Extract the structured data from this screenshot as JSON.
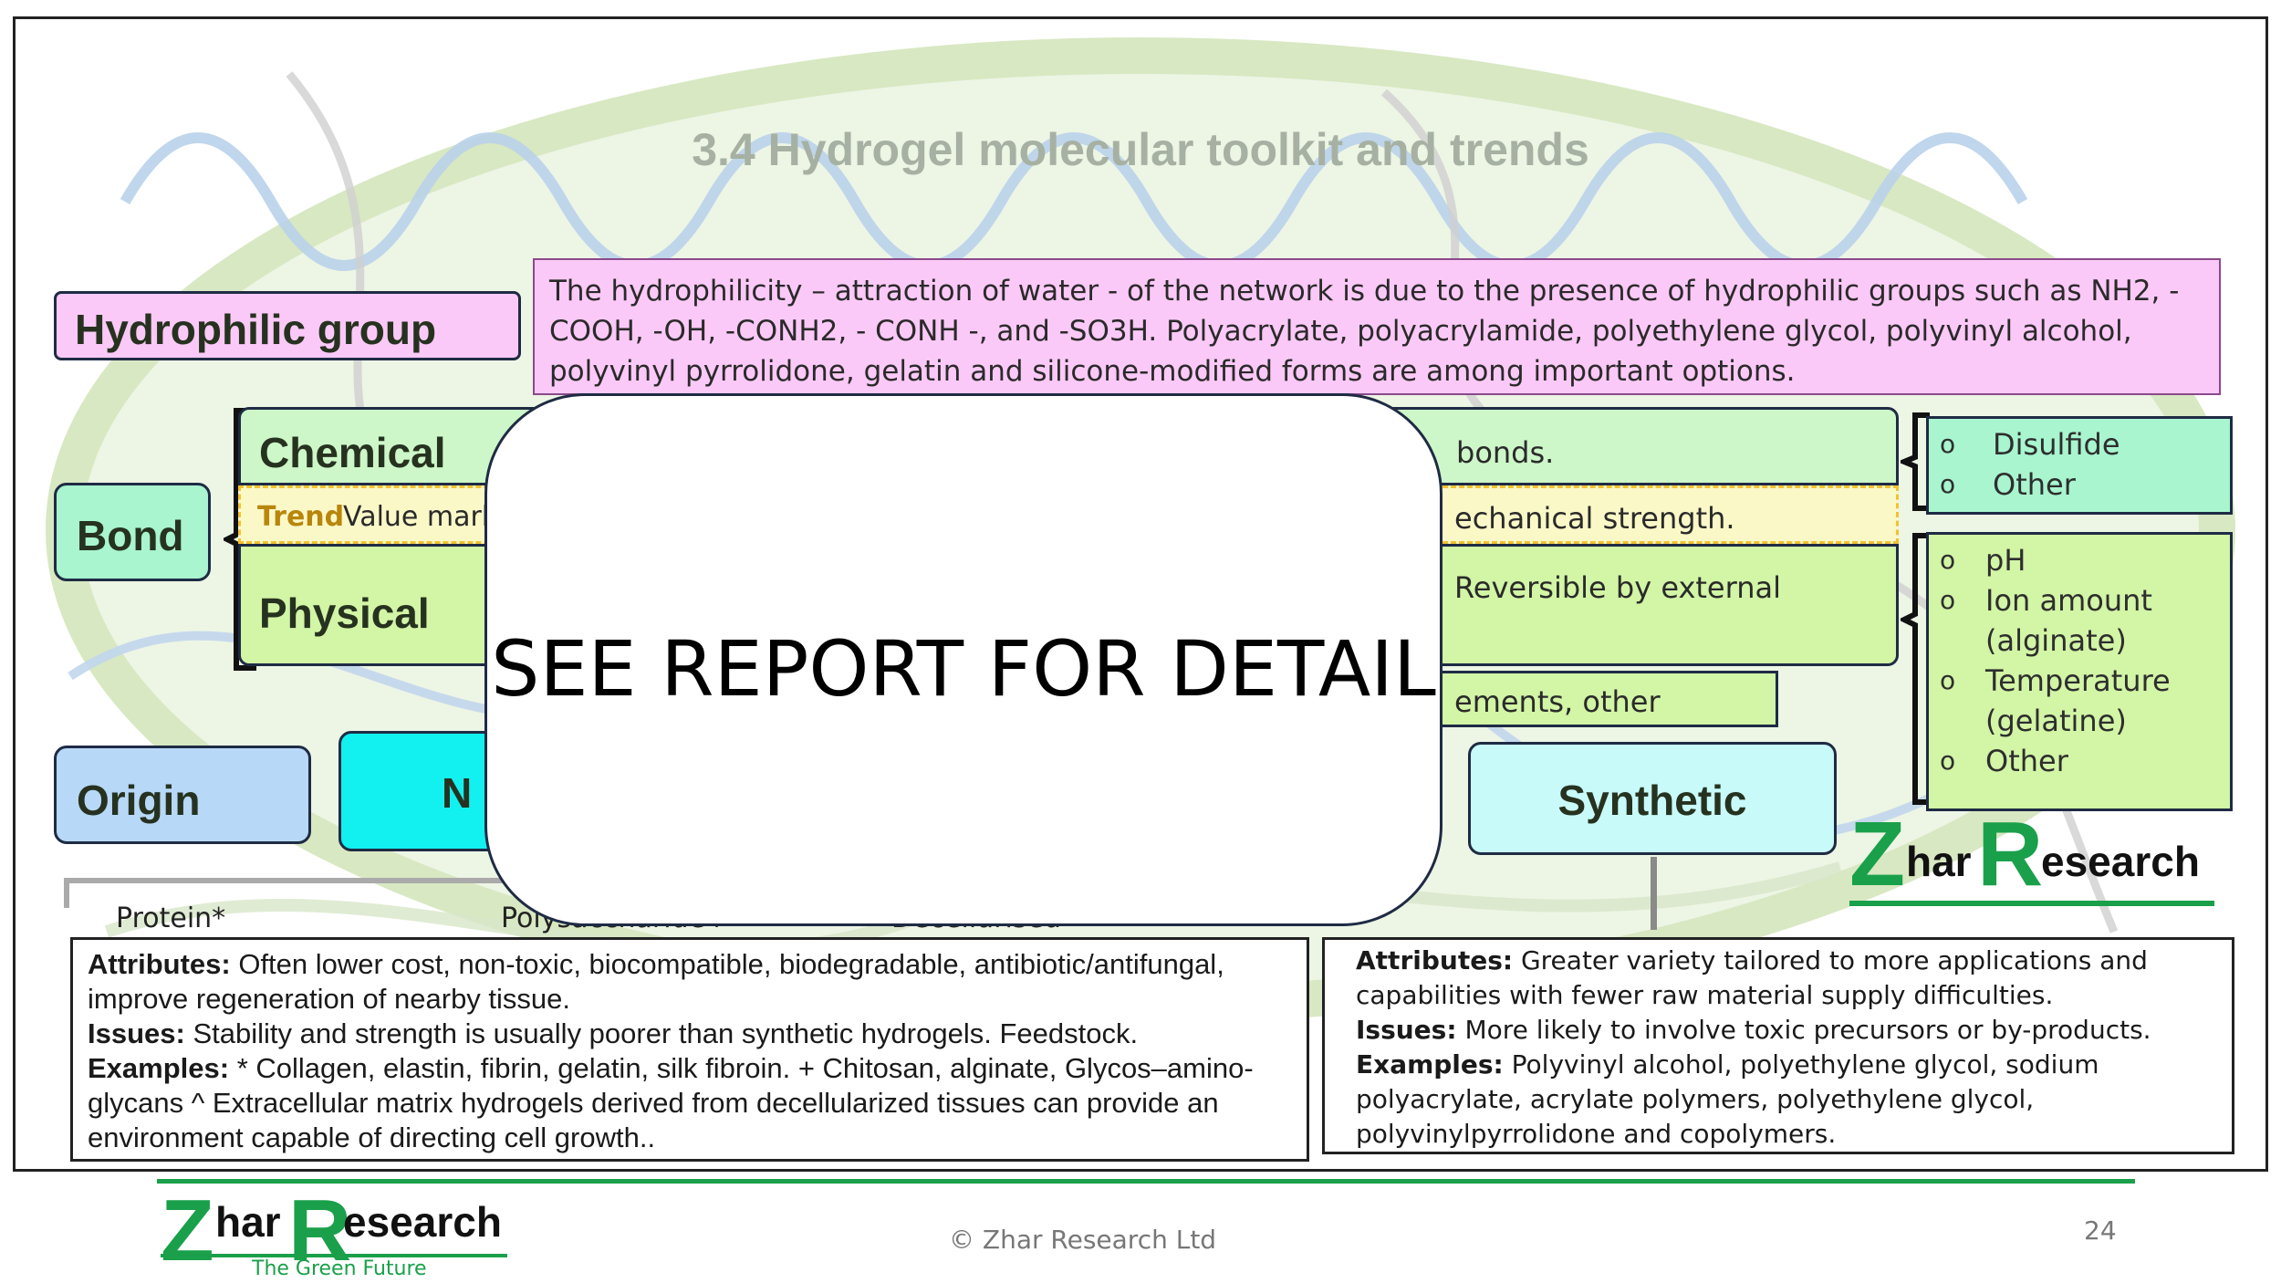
{
  "slide": {
    "title": "3.4 Hydrogel molecular toolkit and trends",
    "overlay_text": "SEE REPORT FOR DETAIL",
    "footer_copyright": "© Zhar Research Ltd",
    "page_number": "24"
  },
  "hydrophilic": {
    "label": "Hydrophilic group",
    "description": "The hydrophilicity – attraction of water - of the network is due to the presence of hydrophilic groups such as NH2, -COOH, -OH, -CONH2, - CONH -, and -SO3H. Polyacrylate, polyacrylamide, polyethylene glycol, polyvinyl alcohol, polyvinyl pyrrolidone, gelatin and silicone-modified forms are among important options."
  },
  "bond": {
    "label": "Bond",
    "chemical_label": "Chemical",
    "chemical_text_fragment": "bonds.",
    "trend_label": "Trend",
    "trend_text_left": "Value mark",
    "trend_text_right": "echanical strength.",
    "physical_label": "Physical",
    "physical_text_fragment": "Reversible by external",
    "elements_text_fragment": "ements, other",
    "chemical_options": [
      "Disulfide",
      "Other"
    ],
    "physical_options": [
      "pH",
      "Ion amount (alginate)",
      "Temperature (gelatine)",
      "Other"
    ]
  },
  "origin": {
    "label": "Origin",
    "natural_label_fragment": "N",
    "synthetic_label": "Synthetic",
    "natural_categories": [
      "Protein*",
      "Polysaccharide+",
      "Decellurised^"
    ]
  },
  "natural_info": {
    "attributes_label": "Attributes:",
    "attributes_text": " Often lower cost, non-toxic, biocompatible, biodegradable, antibiotic/antifungal, improve regeneration of nearby tissue.",
    "issues_label": "Issues:",
    "issues_text": " Stability and strength is usually poorer than synthetic hydrogels. Feedstock.",
    "examples_label": "Examples:",
    "examples_text": " * Collagen, elastin, fibrin, gelatin, silk fibroin. + Chitosan, alginate, Glycos–amino-glycans ^ Extracellular matrix hydrogels derived from decellularized tissues can provide an environment capable of directing cell growth.."
  },
  "synthetic_info": {
    "attributes_label": "Attributes:",
    "attributes_text": " Greater variety tailored to more applications and capabilities with fewer raw material supply difficulties.",
    "issues_label": "Issues:",
    "issues_text": " More likely to involve toxic precursors or by-products.",
    "examples_label": "Examples:",
    "examples_text": " Polyvinyl alcohol, polyethylene glycol, sodium polyacrylate, acrylate polymers, polyethylene glycol, polyvinylpyrrolidone and copolymers."
  },
  "logo": {
    "z": "Z",
    "har": "har",
    "r": "R",
    "esearch": "esearch",
    "tagline": "The Green Future"
  },
  "colors": {
    "hydrophilic_pink": "#fbc9f7",
    "bond_mint": "#a8f5cf",
    "chemical_green": "#cdf7c8",
    "physical_green": "#d2f5a6",
    "trend_yellow": "#fbf8c8",
    "origin_blue": "#b7d8f7",
    "natural_cyan": "#12f0f0",
    "synthetic_cyan": "#c8fafa",
    "logo_green": "#1aa04a"
  }
}
